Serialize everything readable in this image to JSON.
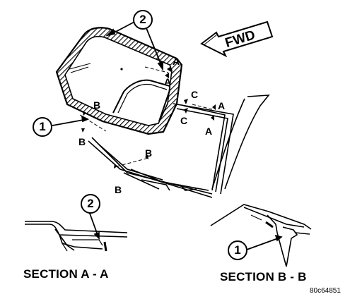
{
  "figure": {
    "direction_label": "FWD",
    "figure_id": "80c64851",
    "callouts": [
      "1",
      "2"
    ],
    "section_markers": {
      "a": "A",
      "b": "B",
      "c": "C"
    },
    "section_titles": {
      "a": "SECTION A - A",
      "b": "SECTION B - B"
    }
  }
}
